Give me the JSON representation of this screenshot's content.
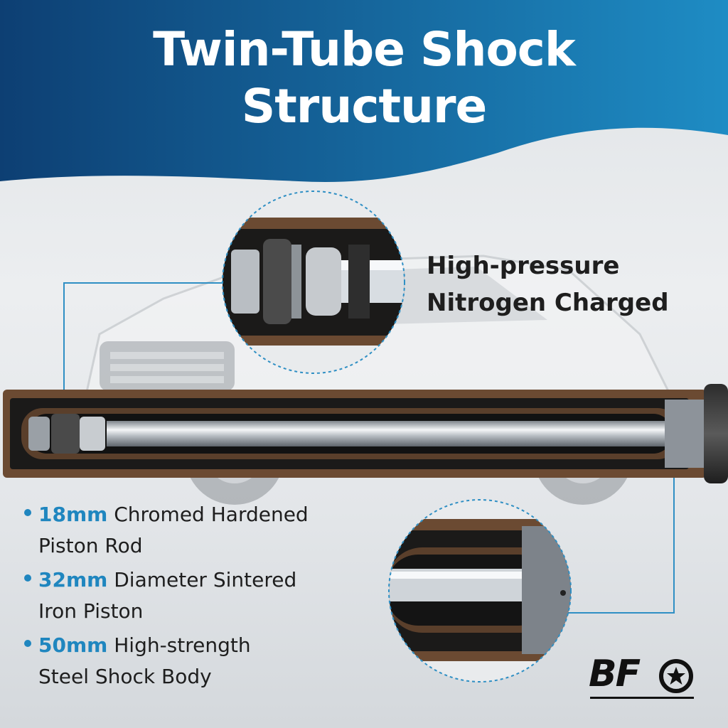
{
  "title": {
    "line1": "Twin-Tube Shock",
    "line2": "Structure"
  },
  "feature_top": {
    "line1": "High-pressure",
    "line2": "Nitrogen Charged"
  },
  "bullets": [
    {
      "highlight": "18mm",
      "rest": " Chromed Hardened",
      "line2": "Piston Rod"
    },
    {
      "highlight": "32mm",
      "rest": " Diameter Sintered",
      "line2": "Iron Piston"
    },
    {
      "highlight": "50mm",
      "rest": " High-strength",
      "line2": "Steel Shock Body"
    }
  ],
  "logo": {
    "text": "BF"
  },
  "colors": {
    "accent": "#1f86bf",
    "header_dark": "#0d3f73",
    "header_light": "#1e8cc4",
    "shell_brown": "#6b4a32"
  },
  "icons": {
    "logo_mark": "star-circle-icon"
  }
}
